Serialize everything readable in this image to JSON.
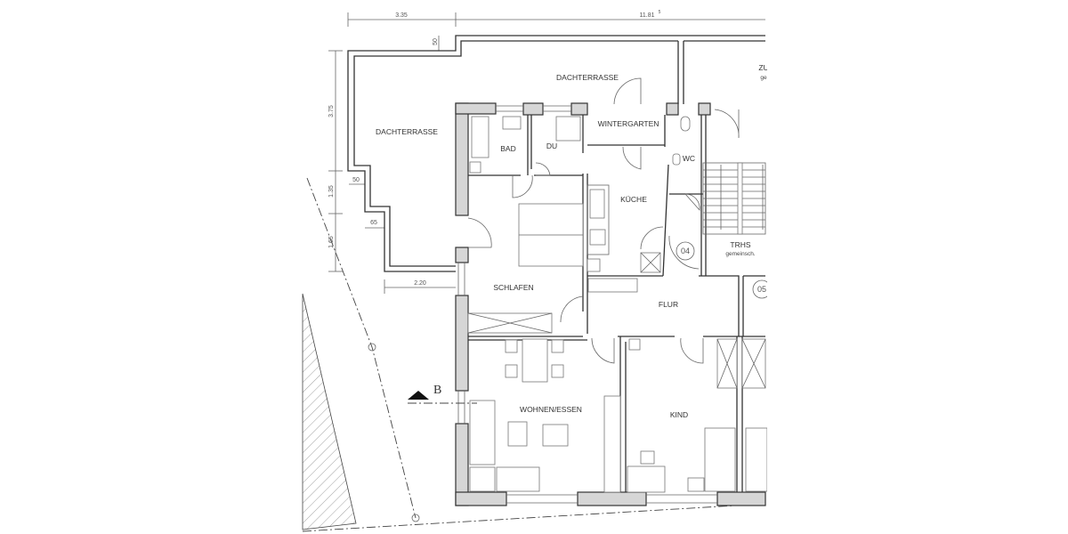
{
  "plan": {
    "dimensions": {
      "top_left": "3.35",
      "top_right": "11.81",
      "top_right_superscript": "5",
      "left_1": "3.75",
      "left_2": "1.35",
      "left_3": "1.65",
      "offset_50_top": "50",
      "offset_50_side": "50",
      "offset_65": "65",
      "bottom_220": "2.20"
    },
    "rooms": {
      "dachterrasse_top": "DACHTERRASSE",
      "dachterrasse_left": "DACHTERRASSE",
      "bad": "BAD",
      "du": "DU",
      "wintergarten": "WINTERGARTEN",
      "wc": "WC",
      "kueche": "KÜCHE",
      "trhs": "TRHS",
      "trhs_sub": "gemeinsch.",
      "zu": "ZU",
      "zu_sub": "ge",
      "schlafen": "SCHLAFEN",
      "flur": "FLUR",
      "wohnen_essen": "WOHNEN/ESSEN",
      "kind": "KIND"
    },
    "markers": {
      "unit_04": "04",
      "unit_05": "05",
      "section": "B"
    }
  }
}
